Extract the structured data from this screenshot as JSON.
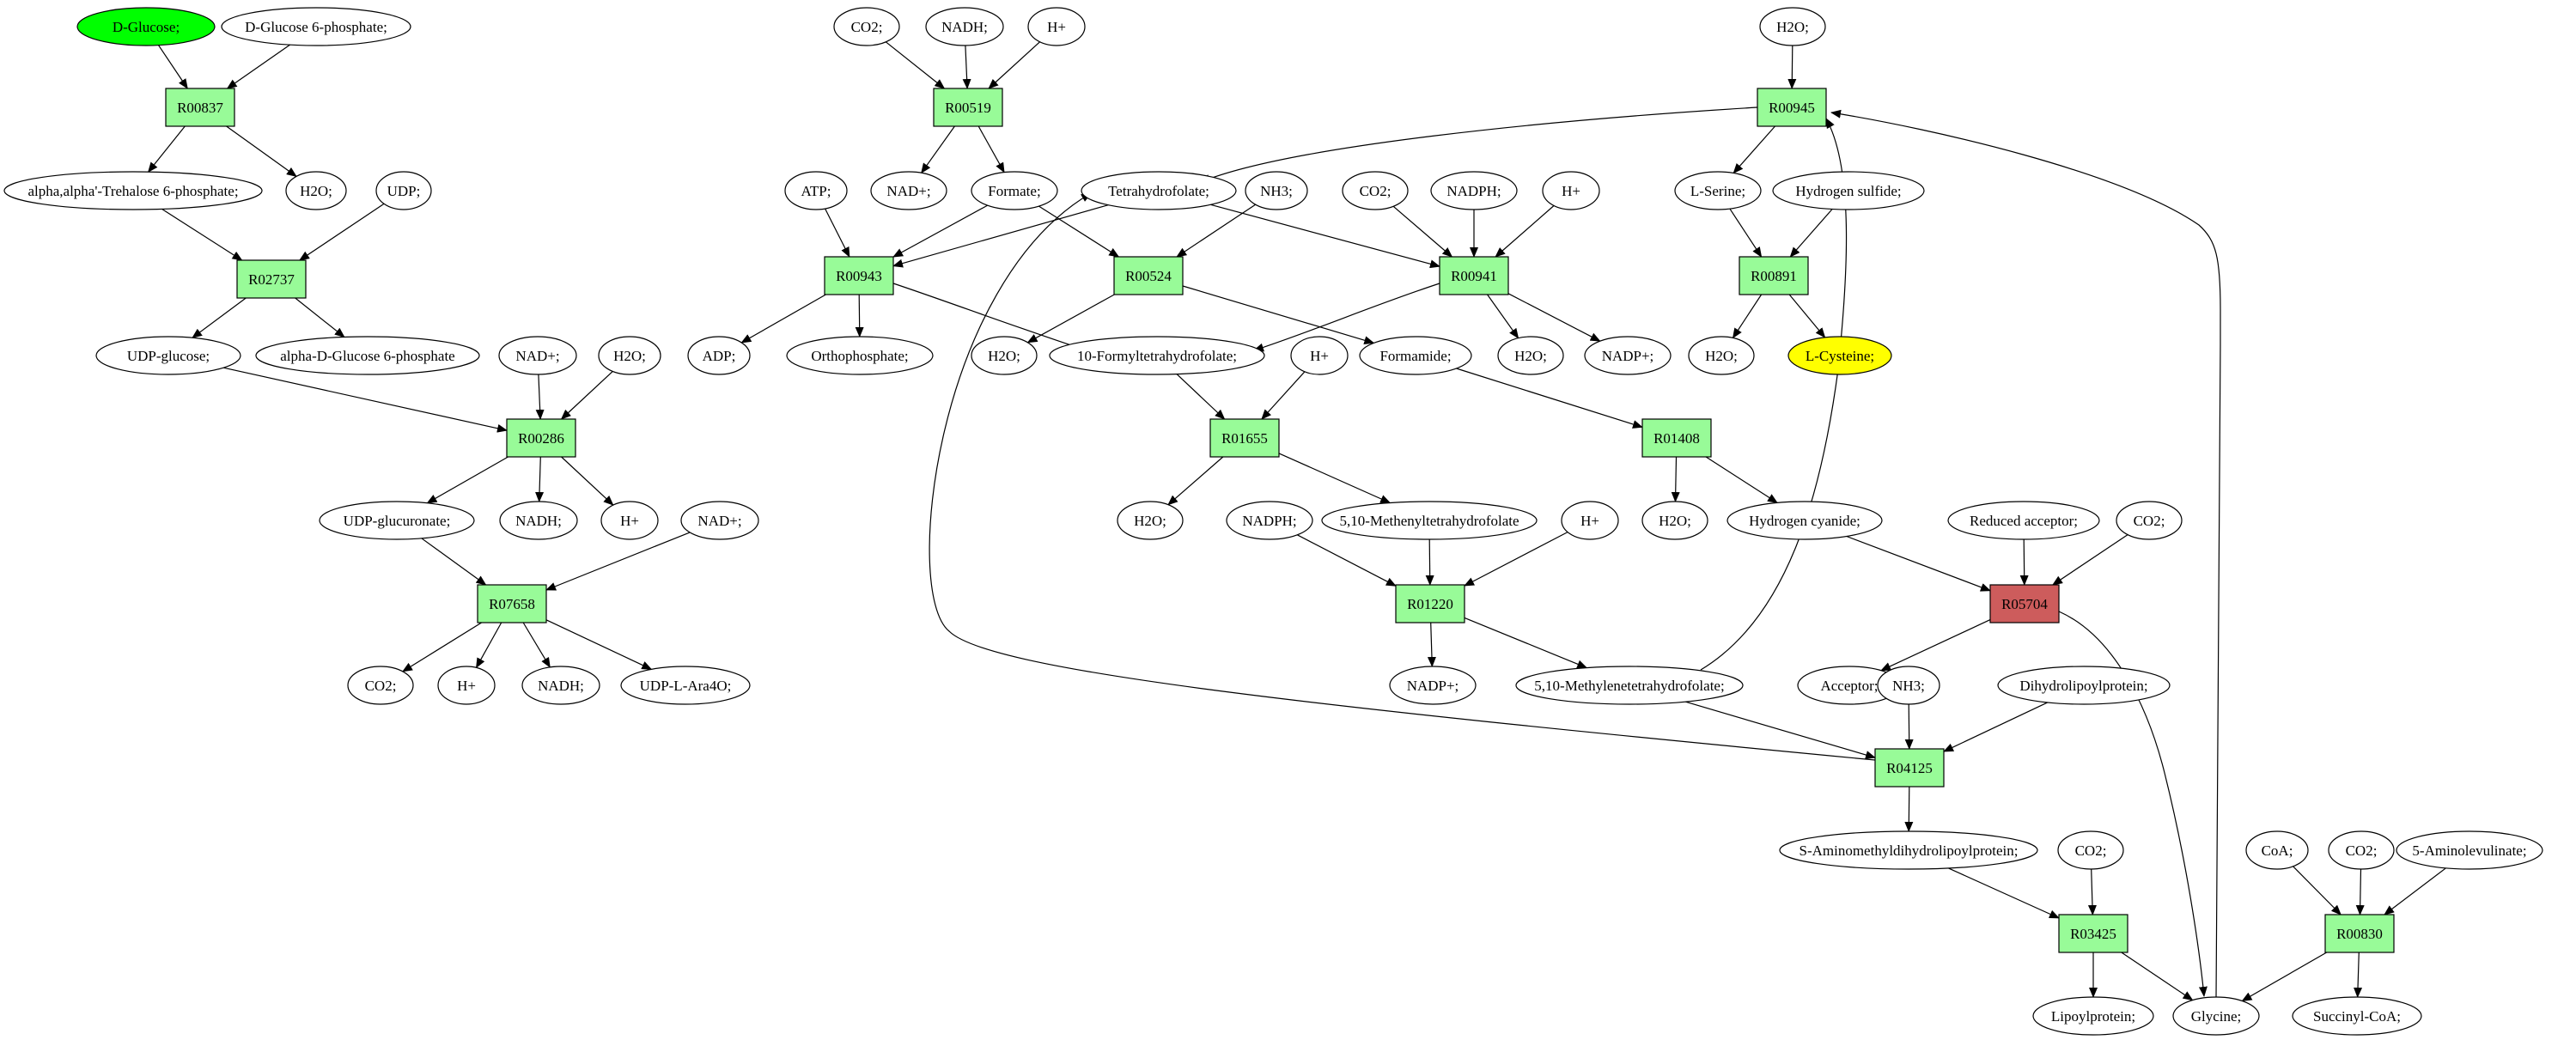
{
  "colors": {
    "reaction": "#98fb98",
    "reaction_highlight": "#cd5c5c",
    "start_compound": "#00ff00",
    "target_compound": "#ffff00",
    "compound": "#ffffff",
    "stroke": "#000000"
  },
  "graph": {
    "nodes": [
      {
        "id": "c_glucose",
        "kind": "compound",
        "label": "D-Glucose;",
        "role": "start"
      },
      {
        "id": "c_g6p",
        "kind": "compound",
        "label": "D-Glucose 6-phosphate;"
      },
      {
        "id": "r00837",
        "kind": "reaction",
        "label": "R00837"
      },
      {
        "id": "c_trehalose6p",
        "kind": "compound",
        "label": "alpha,alpha'-Trehalose 6-phosphate;"
      },
      {
        "id": "c_h2o_1",
        "kind": "compound",
        "label": "H2O;"
      },
      {
        "id": "c_udp_1",
        "kind": "compound",
        "label": "UDP;"
      },
      {
        "id": "r02737",
        "kind": "reaction",
        "label": "R02737"
      },
      {
        "id": "c_udpglucose",
        "kind": "compound",
        "label": "UDP-glucose;"
      },
      {
        "id": "c_alpha_g6p",
        "kind": "compound",
        "label": "alpha-D-Glucose 6-phosphate"
      },
      {
        "id": "c_nadp_plus_1",
        "kind": "compound",
        "label": "NAD+;"
      },
      {
        "id": "c_h2o_2",
        "kind": "compound",
        "label": "H2O;"
      },
      {
        "id": "r00286",
        "kind": "reaction",
        "label": "R00286"
      },
      {
        "id": "c_udpglucuronate",
        "kind": "compound",
        "label": "UDP-glucuronate;"
      },
      {
        "id": "c_nadh_1",
        "kind": "compound",
        "label": "NADH;"
      },
      {
        "id": "c_hplus_1",
        "kind": "compound",
        "label": "H+"
      },
      {
        "id": "c_nadp_plus_2",
        "kind": "compound",
        "label": "NAD+;"
      },
      {
        "id": "r07658",
        "kind": "reaction",
        "label": "R07658"
      },
      {
        "id": "c_co2_1",
        "kind": "compound",
        "label": "CO2;"
      },
      {
        "id": "c_hplus_2",
        "kind": "compound",
        "label": "H+"
      },
      {
        "id": "c_nadh_2",
        "kind": "compound",
        "label": "NADH;"
      },
      {
        "id": "c_udp_ara4o",
        "kind": "compound",
        "label": "UDP-L-Ara4O;"
      },
      {
        "id": "c_co2_2",
        "kind": "compound",
        "label": "CO2;"
      },
      {
        "id": "c_nadh_3",
        "kind": "compound",
        "label": "NADH;"
      },
      {
        "id": "c_hplus_3",
        "kind": "compound",
        "label": "H+"
      },
      {
        "id": "r00519",
        "kind": "reaction",
        "label": "R00519"
      },
      {
        "id": "c_nad_3",
        "kind": "compound",
        "label": "NAD+;"
      },
      {
        "id": "c_formate",
        "kind": "compound",
        "label": "Formate;"
      },
      {
        "id": "c_atp",
        "kind": "compound",
        "label": "ATP;"
      },
      {
        "id": "r00943",
        "kind": "reaction",
        "label": "R00943"
      },
      {
        "id": "c_adp",
        "kind": "compound",
        "label": "ADP;"
      },
      {
        "id": "c_orthophosphate",
        "kind": "compound",
        "label": "Orthophosphate;"
      },
      {
        "id": "c_thf",
        "kind": "compound",
        "label": "Tetrahydrofolate;"
      },
      {
        "id": "c_nh3_1",
        "kind": "compound",
        "label": "NH3;"
      },
      {
        "id": "r00524",
        "kind": "reaction",
        "label": "R00524"
      },
      {
        "id": "c_h2o_3",
        "kind": "compound",
        "label": "H2O;"
      },
      {
        "id": "c_10fthf",
        "kind": "compound",
        "label": "10-Formyltetrahydrofolate;"
      },
      {
        "id": "c_formamide",
        "kind": "compound",
        "label": "Formamide;"
      },
      {
        "id": "c_co2_3",
        "kind": "compound",
        "label": "CO2;"
      },
      {
        "id": "c_nadph_1",
        "kind": "compound",
        "label": "NADPH;"
      },
      {
        "id": "c_hplus_4",
        "kind": "compound",
        "label": "H+"
      },
      {
        "id": "r00941",
        "kind": "reaction",
        "label": "R00941"
      },
      {
        "id": "c_h2o_4",
        "kind": "compound",
        "label": "H2O;"
      },
      {
        "id": "c_nadpplus_1",
        "kind": "compound",
        "label": "NADP+;"
      },
      {
        "id": "c_hplus_5",
        "kind": "compound",
        "label": "H+"
      },
      {
        "id": "r01655",
        "kind": "reaction",
        "label": "R01655"
      },
      {
        "id": "c_h2o_5",
        "kind": "compound",
        "label": "H2O;"
      },
      {
        "id": "c_methenyl_thf",
        "kind": "compound",
        "label": "5,10-Methenyltetrahydrofolate"
      },
      {
        "id": "c_nadph_2",
        "kind": "compound",
        "label": "NADPH;"
      },
      {
        "id": "c_hplus_6",
        "kind": "compound",
        "label": "H+"
      },
      {
        "id": "r01220",
        "kind": "reaction",
        "label": "R01220"
      },
      {
        "id": "c_nadpplus_2",
        "kind": "compound",
        "label": "NADP+;"
      },
      {
        "id": "c_methylene_thf",
        "kind": "compound",
        "label": "5,10-Methylenetetrahydrofolate;"
      },
      {
        "id": "r01408",
        "kind": "reaction",
        "label": "R01408"
      },
      {
        "id": "c_h2o_6",
        "kind": "compound",
        "label": "H2O;"
      },
      {
        "id": "c_hcn",
        "kind": "compound",
        "label": "Hydrogen cyanide;"
      },
      {
        "id": "c_h2o_7",
        "kind": "compound",
        "label": "H2O;"
      },
      {
        "id": "r00945",
        "kind": "reaction",
        "label": "R00945"
      },
      {
        "id": "c_serine",
        "kind": "compound",
        "label": "L-Serine;"
      },
      {
        "id": "c_h2s",
        "kind": "compound",
        "label": "Hydrogen sulfide;"
      },
      {
        "id": "r00891",
        "kind": "reaction",
        "label": "R00891"
      },
      {
        "id": "c_h2o_8",
        "kind": "compound",
        "label": "H2O;"
      },
      {
        "id": "c_cysteine",
        "kind": "compound",
        "label": "L-Cysteine;",
        "role": "target"
      },
      {
        "id": "c_reduced_acceptor",
        "kind": "compound",
        "label": "Reduced acceptor;"
      },
      {
        "id": "c_co2_4",
        "kind": "compound",
        "label": "CO2;"
      },
      {
        "id": "r05704",
        "kind": "reaction",
        "label": "R05704",
        "role": "highlight"
      },
      {
        "id": "c_acceptor",
        "kind": "compound",
        "label": "Acceptor;"
      },
      {
        "id": "c_nh3_2",
        "kind": "compound",
        "label": "NH3;"
      },
      {
        "id": "c_dihydrolipoylprotein",
        "kind": "compound",
        "label": "Dihydrolipoylprotein;"
      },
      {
        "id": "r04125",
        "kind": "reaction",
        "label": "R04125"
      },
      {
        "id": "c_s_amdlp",
        "kind": "compound",
        "label": "S-Aminomethyldihydrolipoylprotein;"
      },
      {
        "id": "c_co2_5",
        "kind": "compound",
        "label": "CO2;"
      },
      {
        "id": "r03425",
        "kind": "reaction",
        "label": "R03425"
      },
      {
        "id": "c_lipoylprotein",
        "kind": "compound",
        "label": "Lipoylprotein;"
      },
      {
        "id": "c_glycine",
        "kind": "compound",
        "label": "Glycine;"
      },
      {
        "id": "c_coa",
        "kind": "compound",
        "label": "CoA;"
      },
      {
        "id": "c_co2_6",
        "kind": "compound",
        "label": "CO2;"
      },
      {
        "id": "c_aminolevulinate",
        "kind": "compound",
        "label": "5-Aminolevulinate;"
      },
      {
        "id": "r00830",
        "kind": "reaction",
        "label": "R00830"
      },
      {
        "id": "c_succinylcoa",
        "kind": "compound",
        "label": "Succinyl-CoA;"
      }
    ],
    "edges": [
      [
        "c_glucose",
        "r00837"
      ],
      [
        "c_g6p",
        "r00837"
      ],
      [
        "r00837",
        "c_trehalose6p"
      ],
      [
        "r00837",
        "c_h2o_1"
      ],
      [
        "c_trehalose6p",
        "r02737"
      ],
      [
        "c_udp_1",
        "r02737"
      ],
      [
        "r02737",
        "c_udpglucose"
      ],
      [
        "r02737",
        "c_alpha_g6p"
      ],
      [
        "c_udpglucose",
        "r00286"
      ],
      [
        "c_nadp_plus_1",
        "r00286"
      ],
      [
        "c_h2o_2",
        "r00286"
      ],
      [
        "r00286",
        "c_udpglucuronate"
      ],
      [
        "r00286",
        "c_nadh_1"
      ],
      [
        "r00286",
        "c_hplus_1"
      ],
      [
        "c_udpglucuronate",
        "r07658"
      ],
      [
        "c_nadp_plus_2",
        "r07658"
      ],
      [
        "r07658",
        "c_co2_1"
      ],
      [
        "r07658",
        "c_hplus_2"
      ],
      [
        "r07658",
        "c_nadh_2"
      ],
      [
        "r07658",
        "c_udp_ara4o"
      ],
      [
        "c_co2_2",
        "r00519"
      ],
      [
        "c_nadh_3",
        "r00519"
      ],
      [
        "c_hplus_3",
        "r00519"
      ],
      [
        "r00519",
        "c_nad_3"
      ],
      [
        "r00519",
        "c_formate"
      ],
      [
        "c_atp",
        "r00943"
      ],
      [
        "c_formate",
        "r00943"
      ],
      [
        "c_thf",
        "r00943"
      ],
      [
        "r00943",
        "c_adp"
      ],
      [
        "r00943",
        "c_orthophosphate"
      ],
      [
        "r00943",
        "c_10fthf"
      ],
      [
        "c_formate",
        "r00524"
      ],
      [
        "c_nh3_1",
        "r00524"
      ],
      [
        "r00524",
        "c_h2o_3"
      ],
      [
        "r00524",
        "c_formamide"
      ],
      [
        "c_thf",
        "r00941"
      ],
      [
        "c_co2_3",
        "r00941"
      ],
      [
        "c_nadph_1",
        "r00941"
      ],
      [
        "c_hplus_4",
        "r00941"
      ],
      [
        "r00941",
        "c_10fthf"
      ],
      [
        "r00941",
        "c_h2o_4"
      ],
      [
        "r00941",
        "c_nadpplus_1"
      ],
      [
        "c_10fthf",
        "r01655"
      ],
      [
        "c_hplus_5",
        "r01655"
      ],
      [
        "r01655",
        "c_h2o_5"
      ],
      [
        "r01655",
        "c_methenyl_thf"
      ],
      [
        "c_nadph_2",
        "r01220"
      ],
      [
        "c_methenyl_thf",
        "r01220"
      ],
      [
        "c_hplus_6",
        "r01220"
      ],
      [
        "r01220",
        "c_nadpplus_2"
      ],
      [
        "r01220",
        "c_methylene_thf"
      ],
      [
        "c_formamide",
        "r01408"
      ],
      [
        "r01408",
        "c_h2o_6"
      ],
      [
        "r01408",
        "c_hcn"
      ],
      [
        "c_h2o_7",
        "r00945"
      ],
      [
        "r00945",
        "c_thf"
      ],
      [
        "r00945",
        "c_serine"
      ],
      [
        "c_serine",
        "r00891"
      ],
      [
        "c_h2s",
        "r00891"
      ],
      [
        "r00891",
        "c_h2o_8"
      ],
      [
        "r00891",
        "c_cysteine"
      ],
      [
        "c_hcn",
        "r05704"
      ],
      [
        "c_reduced_acceptor",
        "r05704"
      ],
      [
        "c_co2_4",
        "r05704"
      ],
      [
        "r05704",
        "c_acceptor"
      ],
      [
        "r05704",
        "c_glycine"
      ],
      [
        "c_methylene_thf",
        "r04125"
      ],
      [
        "c_nh3_2",
        "r04125"
      ],
      [
        "c_dihydrolipoylprotein",
        "r04125"
      ],
      [
        "r04125",
        "c_s_amdlp"
      ],
      [
        "r04125",
        "c_thf"
      ],
      [
        "c_s_amdlp",
        "r03425"
      ],
      [
        "c_co2_5",
        "r03425"
      ],
      [
        "r03425",
        "c_lipoylprotein"
      ],
      [
        "r03425",
        "c_glycine"
      ],
      [
        "c_coa",
        "r00830"
      ],
      [
        "c_co2_6",
        "r00830"
      ],
      [
        "c_aminolevulinate",
        "r00830"
      ],
      [
        "r00830",
        "c_succinylcoa"
      ],
      [
        "r00830",
        "c_glycine"
      ],
      [
        "c_methylene_thf",
        "r00945"
      ],
      [
        "c_glycine",
        "r00945"
      ]
    ]
  }
}
